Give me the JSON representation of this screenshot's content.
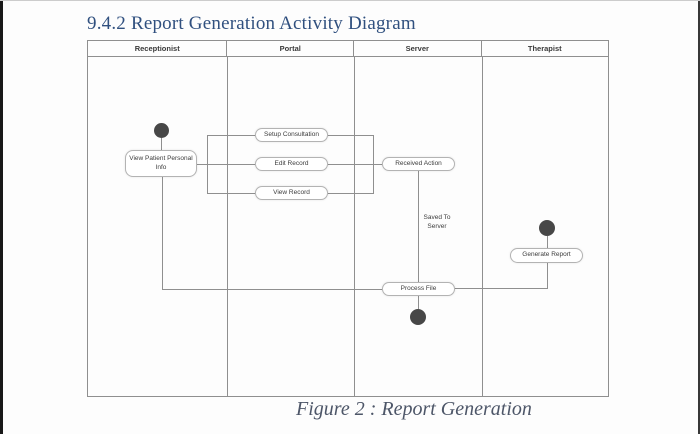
{
  "page": {
    "title": "9.4.2 Report Generation Activity Diagram",
    "caption": "Figure 2 : Report Generation"
  },
  "diagram": {
    "lanes": [
      "Receptionist",
      "Portal",
      "Server",
      "Therapist"
    ],
    "nodes": {
      "view_patient_info": "View Patient Personal Info",
      "setup_consultation": "Setup Consultation",
      "edit_record": "Edit Record",
      "view_record": "View Record",
      "received_action": "Received Action",
      "generate_report": "Generate Report",
      "process_file": "Process File"
    },
    "edge_labels": {
      "saved_to_server": "Saved To Server"
    },
    "colors": {
      "title_text": "#30507f",
      "caption_text": "#4d5668",
      "lane_border": "#8f8f8f",
      "action_border": "#b3b3b3",
      "node_fill": "#474747"
    }
  }
}
